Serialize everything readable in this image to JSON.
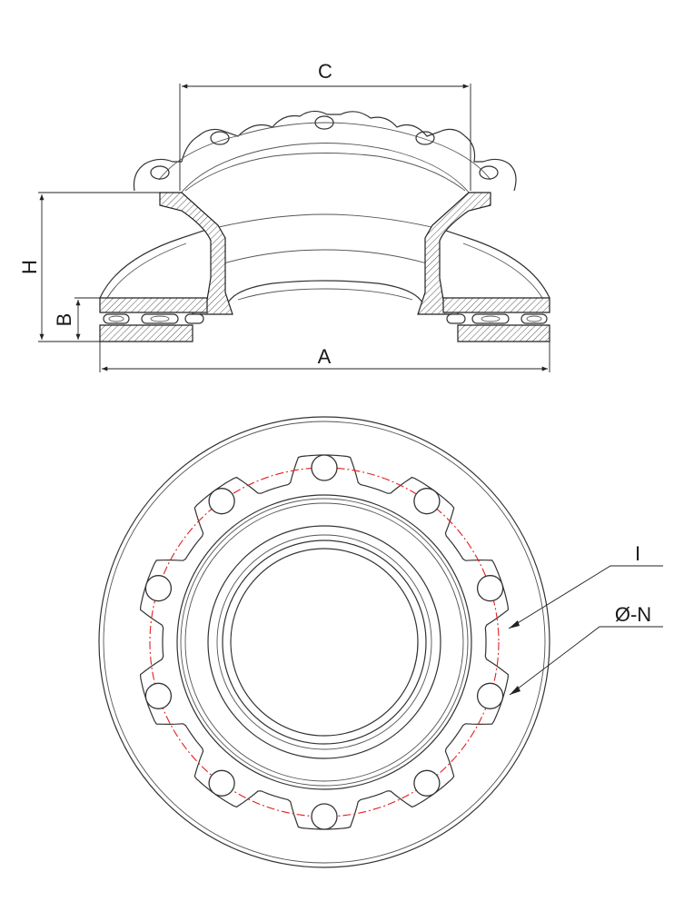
{
  "labels": {
    "C": "C",
    "H": "H",
    "B": "B",
    "A": "A",
    "I": "I",
    "N": "Ø-N"
  },
  "bolt_count": 10,
  "colors": {
    "line": "#333333",
    "pitch_circle": "#e02020",
    "hatch": "#555555"
  }
}
